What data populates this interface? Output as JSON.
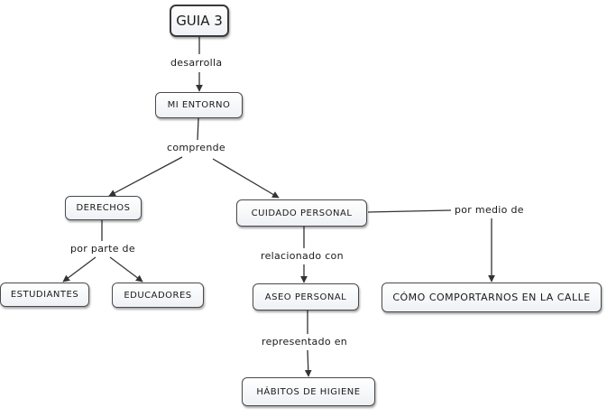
{
  "concepts": {
    "guia3": "GUIA 3",
    "mi_entorno": "MI ENTORNO",
    "derechos": "DERECHOS",
    "cuidado_personal": "CUIDADO PERSONAL",
    "estudiantes": "ESTUDIANTES",
    "educadores": "EDUCADORES",
    "aseo_personal": "ASEO PERSONAL",
    "comportarnos": "CÓMO COMPORTARNOS EN LA CALLE",
    "habitos": "HÁBITOS DE HIGIENE"
  },
  "links": {
    "desarrolla": "desarrolla",
    "comprende": "comprende",
    "por_parte_de": "por parte de",
    "relacionado_con": "relacionado con",
    "representado_en": "representado en",
    "por_medio_de": "por medio de"
  }
}
